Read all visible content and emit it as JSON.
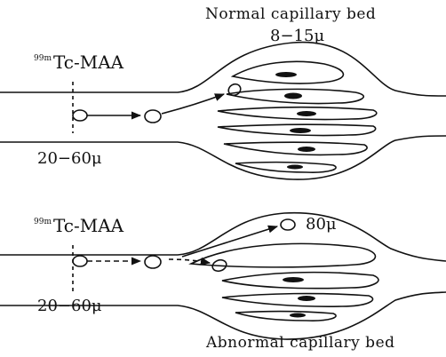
{
  "top_panel": {
    "title": "Normal capillary bed",
    "capillary_size": "8−15μ",
    "isotope": "99m",
    "tracer": "Tc-MAA",
    "particle_size": "20−60μ"
  },
  "bottom_panel": {
    "title": "Abnormal capillary bed",
    "shunt_particle_size": "80μ",
    "isotope": "99m",
    "tracer": "Tc-MAA",
    "particle_size": "20−60μ"
  },
  "colors": {
    "line": "#111111",
    "background": "#ffffff"
  }
}
